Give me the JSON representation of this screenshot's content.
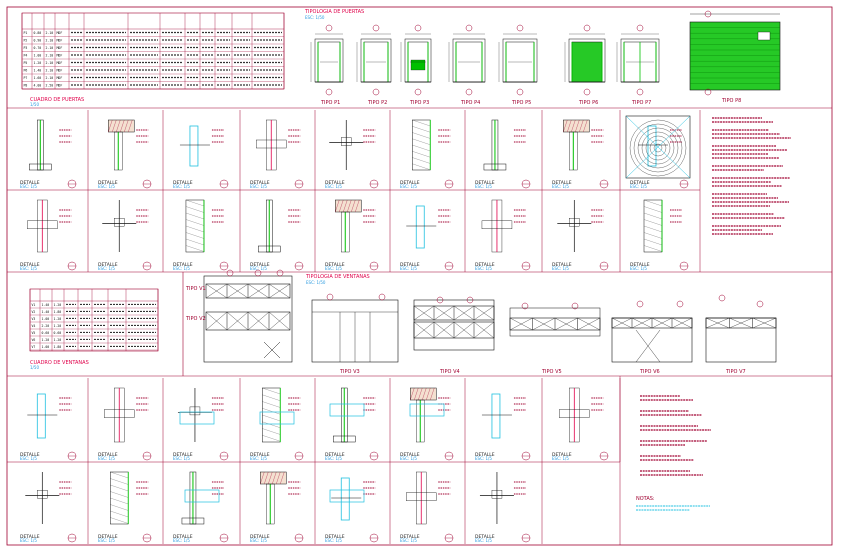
{
  "title_top": "TIPOLOGIA DE PUERTAS",
  "title_top_scale": "ESC: 1/50",
  "title_doors_table": "CUADRO DE PUERTAS",
  "title_doors_scale": "1/50",
  "title_windows": "TIPOLOGIA DE VENTANAS",
  "title_windows_scale": "ESC: 1/50",
  "title_windows_table": "CUADRO DE VENTANAS",
  "title_windows_table_scale": "1/50",
  "door_types": [
    "TIPO P1",
    "TIPO P2",
    "TIPO P3",
    "TIPO P4",
    "TIPO P5",
    "TIPO P6",
    "TIPO P7",
    "TIPO P8"
  ],
  "window_types": [
    "TIPO V1",
    "TIPO V2",
    "TIPO V3",
    "TIPO V4",
    "TIPO V5",
    "TIPO V6",
    "TIPO V7"
  ],
  "detail_label": "DETALLE",
  "detail_scale": "ESC: 1/5",
  "notes_title": "NOTAS:",
  "doors_table_rows": [
    [
      "P1",
      "0.80",
      "2.10",
      "MDF"
    ],
    [
      "P2",
      "0.90",
      "2.10",
      "MDF"
    ],
    [
      "P3",
      "0.70",
      "2.10",
      "MDF"
    ],
    [
      "P4",
      "1.00",
      "2.10",
      "MDF"
    ],
    [
      "P5",
      "1.20",
      "2.10",
      "MDF"
    ],
    [
      "P6",
      "1.40",
      "2.10",
      "MDF"
    ],
    [
      "P7",
      "1.60",
      "2.10",
      "MDF"
    ],
    [
      "P8",
      "4.00",
      "2.50",
      "MDF"
    ]
  ],
  "windows_table_rows": [
    [
      "V1",
      "1.40",
      "1.20"
    ],
    [
      "V2",
      "1.40",
      "1.80"
    ],
    [
      "V3",
      "1.00",
      "1.20"
    ],
    [
      "V4",
      "2.20",
      "1.20"
    ],
    [
      "V5",
      "0.60",
      "0.60"
    ],
    [
      "V6",
      "1.20",
      "1.20"
    ],
    [
      "V7",
      "1.00",
      "1.80"
    ]
  ],
  "colors": {
    "frame": "#a00030",
    "accent": "#e0004a",
    "green": "#00c000",
    "cyan": "#20c0e0",
    "black": "#111111"
  }
}
